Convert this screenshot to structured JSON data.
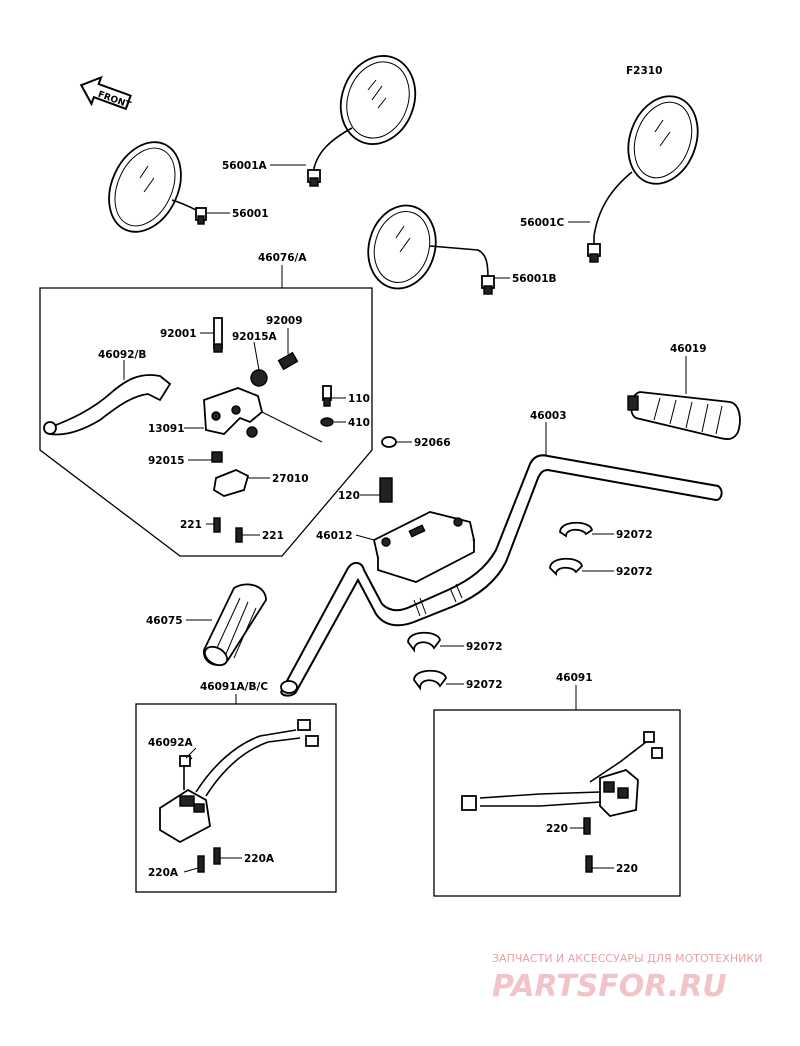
{
  "figure_code": "F2310",
  "front_label": "FRONT",
  "labels": {
    "m56001A": "56001A",
    "m56001": "56001",
    "m56001C": "56001C",
    "m56001B": "56001B",
    "l46076A": "46076/A",
    "l92001": "92001",
    "l92009": "92009",
    "l92015A": "92015A",
    "l46092B": "46092/B",
    "l110": "110",
    "l13091": "13091",
    "l410": "410",
    "l92015": "92015",
    "l27010": "27010",
    "l221a": "221",
    "l221b": "221",
    "l46019": "46019",
    "l46003": "46003",
    "l92066": "92066",
    "l120": "120",
    "l46012": "46012",
    "l92072a": "92072",
    "l92072b": "92072",
    "l92072c": "92072",
    "l92072d": "92072",
    "l46075": "46075",
    "l46091ABC": "46091A/B/C",
    "l46092A": "46092A",
    "l220Aa": "220A",
    "l220Ab": "220A",
    "l46091": "46091",
    "l220a": "220",
    "l220b": "220"
  },
  "watermark": {
    "tagline": "ЗАПЧАСТИ И АКСЕССУАРЫ ДЛЯ МОТОТЕХНИКИ",
    "logo": "PARTSFOR.RU"
  }
}
